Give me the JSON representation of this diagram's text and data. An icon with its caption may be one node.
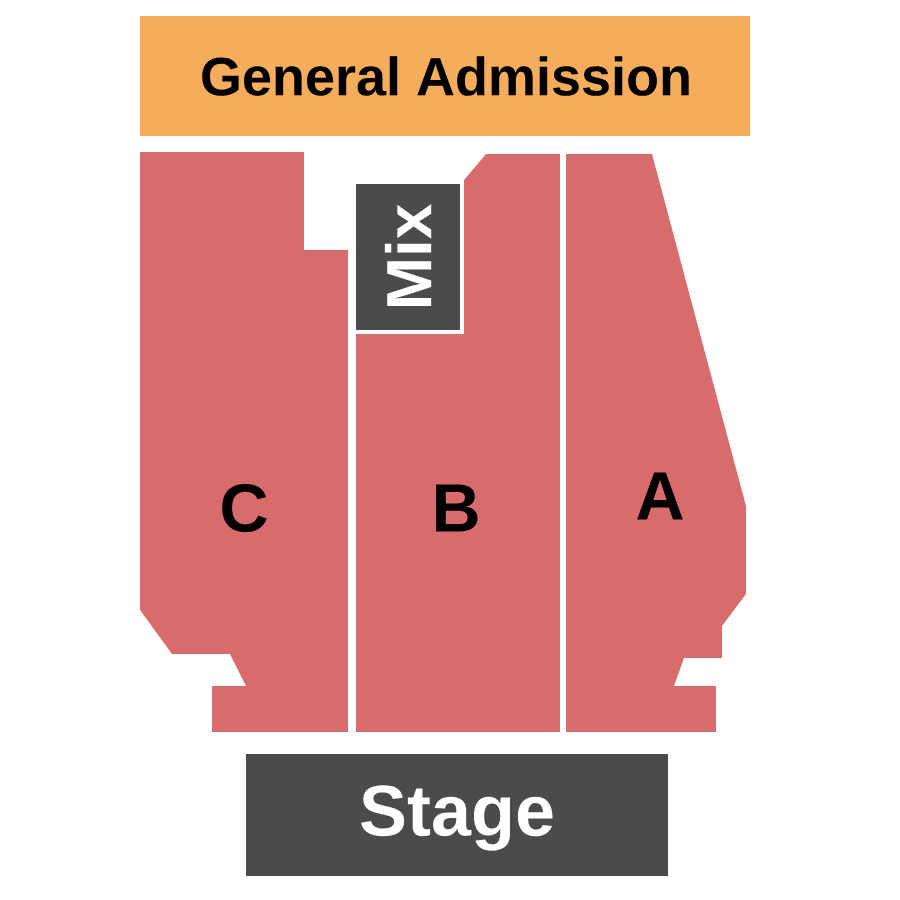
{
  "diagram": {
    "nodes": [
      {
        "text": [
          "General Admission"
        ]
      },
      {
        "text": [
          "Mix"
        ]
      },
      {
        "text": [
          "C"
        ]
      },
      {
        "text": [
          "B"
        ]
      },
      {
        "text": [
          "A"
        ]
      },
      {
        "text": [
          "Stage"
        ]
      }
    ]
  }
}
